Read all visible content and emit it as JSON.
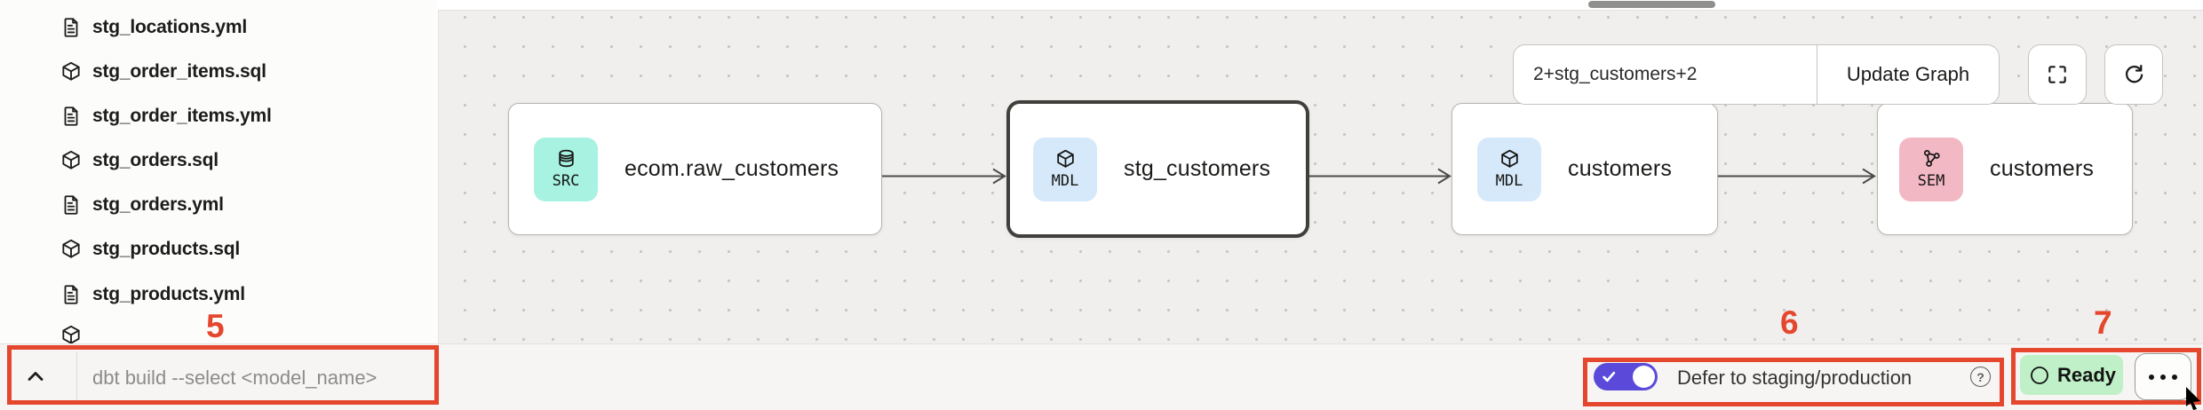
{
  "sidebar": {
    "files": [
      {
        "name": "stg_locations.yml",
        "icon": "yml-file-icon"
      },
      {
        "name": "stg_order_items.sql",
        "icon": "model-cube-icon"
      },
      {
        "name": "stg_order_items.yml",
        "icon": "yml-file-icon"
      },
      {
        "name": "stg_orders.sql",
        "icon": "model-cube-icon"
      },
      {
        "name": "stg_orders.yml",
        "icon": "yml-file-icon"
      },
      {
        "name": "stg_products.sql",
        "icon": "model-cube-icon"
      },
      {
        "name": "stg_products.yml",
        "icon": "yml-file-icon"
      },
      {
        "name": "",
        "icon": "model-cube-icon"
      }
    ]
  },
  "lineage": {
    "selector_value": "2+stg_customers+2",
    "update_button_label": "Update Graph",
    "nodes": [
      {
        "badge": "SRC",
        "label": "ecom.raw_customers",
        "badge_color": "#a7f2e0",
        "icon": "database-icon",
        "selected": false
      },
      {
        "badge": "MDL",
        "label": "stg_customers",
        "badge_color": "#d6e9fa",
        "icon": "cube-icon",
        "selected": true
      },
      {
        "badge": "MDL",
        "label": "customers",
        "badge_color": "#d6e9fa",
        "icon": "cube-icon",
        "selected": false
      },
      {
        "badge": "SEM",
        "label": "customers",
        "badge_color": "#f2b8c4",
        "icon": "semantic-graph-icon",
        "selected": false
      }
    ]
  },
  "command_bar": {
    "placeholder": "dbt build --select <model_name>"
  },
  "defer_control": {
    "label": "Defer to staging/production",
    "enabled": true,
    "toggle_color": "#5b4ad9",
    "help_icon": "?"
  },
  "status": {
    "label": "Ready",
    "badge_color": "#bff0c7"
  },
  "annotations": {
    "color": "#e5472e",
    "numbers": [
      "5",
      "6",
      "7"
    ]
  }
}
